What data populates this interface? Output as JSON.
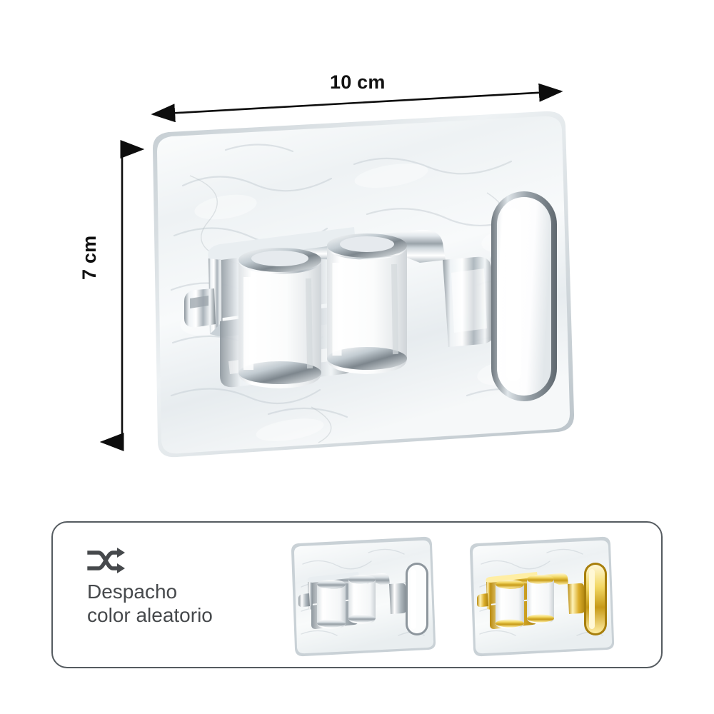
{
  "dimensions": {
    "width_label": "10 cm",
    "height_label": "7 cm",
    "width_arrow_name": "horizontal-dimension-arrow",
    "height_arrow_name": "vertical-dimension-arrow"
  },
  "product": {
    "name": "adhesive-wall-mounted-latch-lock",
    "plate_material": "transparent textured acrylic",
    "hardware_finish": "chrome",
    "roller_color": "#ffffff",
    "handle_shape": "pill"
  },
  "info_panel": {
    "icon": "shuffle-icon",
    "note": "Despacho\ncolor aleatorio",
    "note_line1": "Despacho",
    "note_line2": "color aleatorio",
    "text_color": "#46494c",
    "border_color": "#555b60"
  },
  "variants": [
    {
      "name": "silver",
      "finish_label": "chrome",
      "metal_light": "#ffffff",
      "metal_mid": "#d8dde1",
      "metal_dark": "#8e979e",
      "metal_edge": "#6e777e"
    },
    {
      "name": "gold",
      "finish_label": "gold",
      "metal_light": "#fff6cf",
      "metal_mid": "#f0cf52",
      "metal_dark": "#c79a17",
      "metal_edge": "#a87f0c"
    }
  ],
  "colors": {
    "background": "#ffffff",
    "annotation": "#111111",
    "plate_tint": "#eef1f3"
  }
}
